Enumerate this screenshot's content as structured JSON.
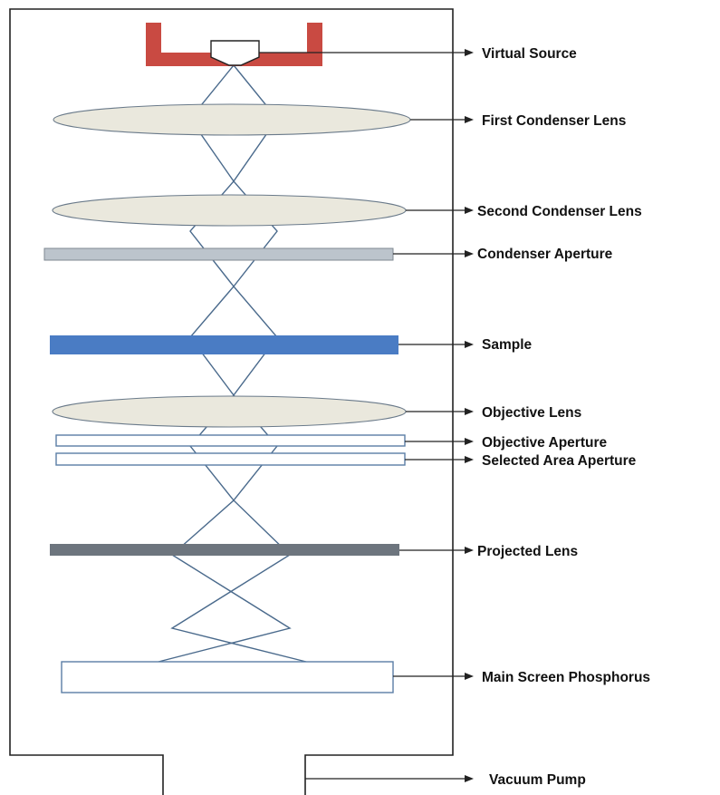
{
  "colors": {
    "source_holder": "#c94a42",
    "lens_fill": "#eae8dd",
    "condenser_aperture": "#bcc4cc",
    "sample": "#4a7cc4",
    "projected_lens": "#6d757e",
    "beam": "#4a6a8c"
  },
  "labels": {
    "virtual_source": "Virtual Source",
    "first_condenser_lens": "First Condenser Lens",
    "second_condenser_lens": "Second Condenser Lens",
    "condenser_aperture": "Condenser Aperture",
    "sample": "Sample",
    "objective_lens": "Objective Lens",
    "objective_aperture": "Objective Aperture",
    "selected_area_aperture": "Selected Area Aperture",
    "projected_lens": "Projected Lens",
    "main_screen_phosphorus": "Main Screen Phosphorus",
    "vacuum_pump": "Vacuum Pump"
  }
}
